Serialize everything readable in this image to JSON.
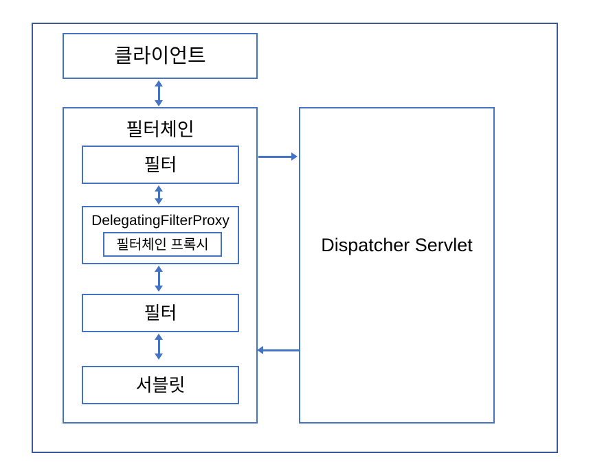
{
  "diagram": {
    "title": "Spring Security Filter Chain",
    "colors": {
      "outer_border": "#3C5A9A",
      "inner_border": "#4472C4",
      "arrow": "#4472C4",
      "background": "#FFFFFF",
      "text": "#000000"
    },
    "outer_container": {
      "name": "web-application-container"
    },
    "nodes": {
      "client": "클라이언트",
      "filter_chain": "필터체인",
      "filter_top": "필터",
      "delegating_filter_proxy": "DelegatingFilterProxy",
      "filter_chain_proxy": "필터체인 프록시",
      "filter_bottom": "필터",
      "servlet": "서블릿",
      "dispatcher_servlet": "Dispatcher Servlet"
    },
    "connectors": [
      {
        "name": "client-to-filterchain",
        "kind": "bidirectional-vertical"
      },
      {
        "name": "filter-top-to-delegating-filter-proxy",
        "kind": "bidirectional-vertical"
      },
      {
        "name": "delegating-filter-proxy-to-filter-bottom",
        "kind": "bidirectional-vertical"
      },
      {
        "name": "filter-bottom-to-servlet",
        "kind": "bidirectional-vertical"
      },
      {
        "name": "filterchain-to-dispatcher-servlet",
        "kind": "unidirectional-right"
      },
      {
        "name": "dispatcher-servlet-to-filterchain",
        "kind": "unidirectional-left"
      }
    ]
  }
}
